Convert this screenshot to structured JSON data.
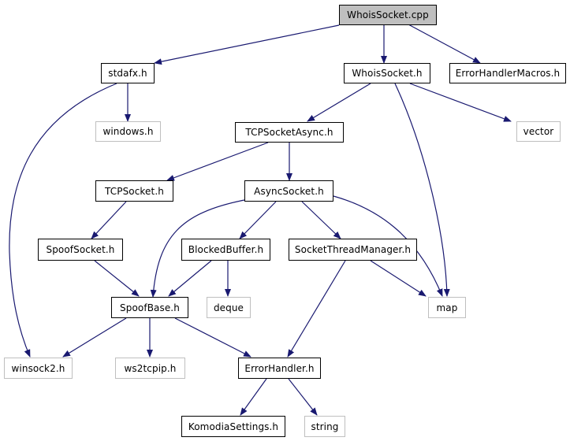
{
  "nodes": {
    "whoissocket_cpp": "WhoisSocket.cpp",
    "stdafx_h": "stdafx.h",
    "whoissocket_h": "WhoisSocket.h",
    "errorhandlermacros_h": "ErrorHandlerMacros.h",
    "windows_h": "windows.h",
    "tcpsocketasync_h": "TCPSocketAsync.h",
    "vector": "vector",
    "tcpsocket_h": "TCPSocket.h",
    "asyncsocket_h": "AsyncSocket.h",
    "spoofsocket_h": "SpoofSocket.h",
    "blockedbuffer_h": "BlockedBuffer.h",
    "socketthreadmanager_h": "SocketThreadManager.h",
    "spoofbase_h": "SpoofBase.h",
    "deque": "deque",
    "map": "map",
    "winsock2_h": "winsock2.h",
    "ws2tcpip_h": "ws2tcpip.h",
    "errorhandler_h": "ErrorHandler.h",
    "komodiasettings_h": "KomodiaSettings.h",
    "string": "string"
  },
  "colors": {
    "edge": "#191970",
    "root_fill": "#bfbfbf",
    "normal_border": "#000000",
    "external_border": "#bfbfbf"
  }
}
